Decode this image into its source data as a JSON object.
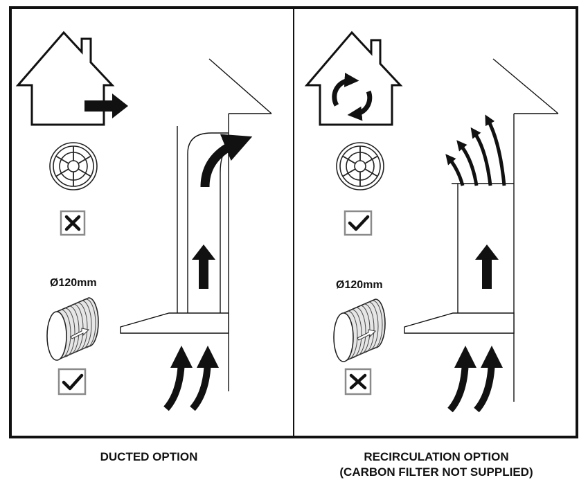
{
  "panels": [
    {
      "caption": "DUCTED OPTION",
      "duct_size_label": "Ø120mm",
      "fan_vent_status": "cross",
      "duct_status": "check"
    },
    {
      "caption_line1": "RECIRCULATION OPTION",
      "caption_line2": "(CARBON FILTER NOT SUPPLIED)",
      "duct_size_label": "Ø120mm",
      "fan_vent_status": "check",
      "duct_status": "cross"
    }
  ],
  "icons": {
    "left_house": "house-exhaust-icon",
    "right_house": "house-recirculate-icon",
    "vent": "fan-vent-icon",
    "duct": "flexible-duct-icon"
  },
  "colors": {
    "ink": "#111111",
    "box_gray": "#8a8a8a",
    "background": "#ffffff"
  }
}
